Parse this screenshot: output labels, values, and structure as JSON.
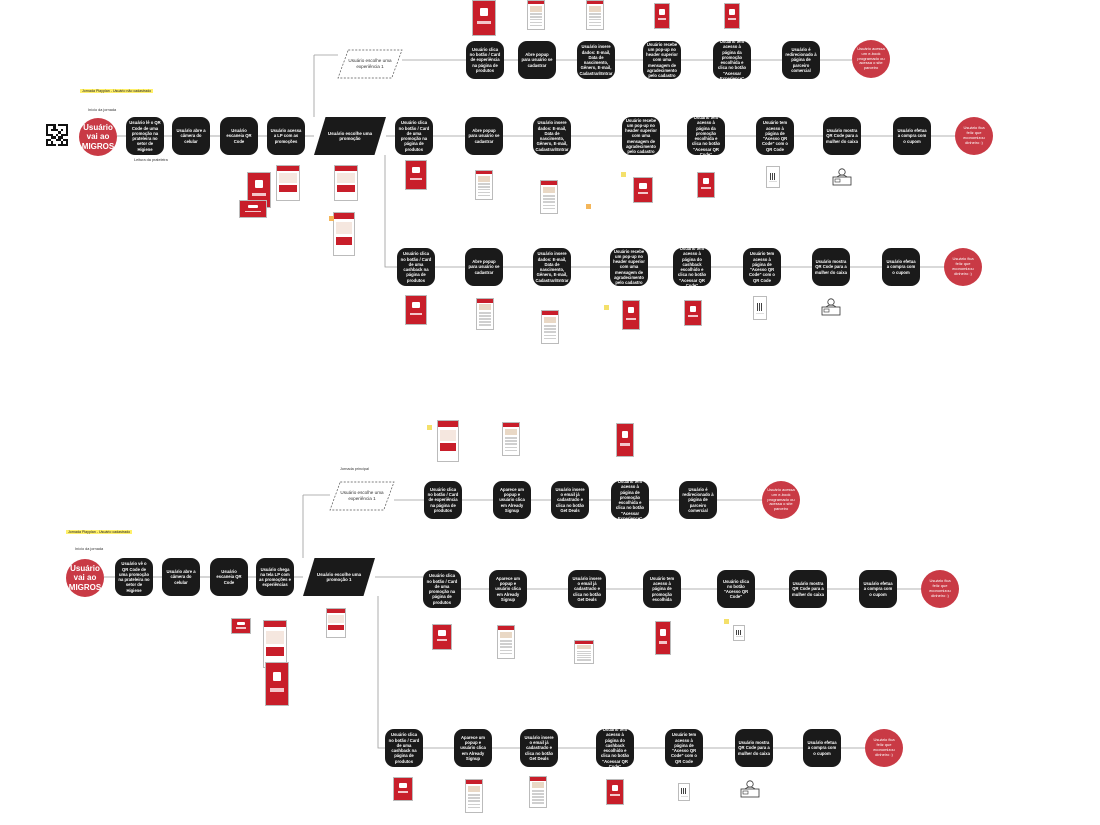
{
  "diagram": {
    "top": {
      "section_tag": "Jornada Playplan - Usuário não cadastrado",
      "start_label": "Início da jornada",
      "start_node": "Usuário vai ao MIGROS",
      "main_flow": [
        "Usuário lê o QR Code de uma promoção na prateleira no setor de Higiene",
        "Usuário abre a câmera do celular",
        "Usuário escaneia QR Code",
        "Usuário acessa a LP com as promoções"
      ],
      "scan_note": "Leitura da prateleira",
      "choice_node": "Usuário escolhe uma promoção",
      "experience_node": "Usuário escolhe uma experiência 1",
      "branch_experience": [
        "Usuário clica no botão / Card de experiência na página de produtos",
        "Abre popup para usuário se cadastrar",
        "Usuário insere dados: E-mail, Data de nascimento, Gênero, E-mail, Cadastrar/Entrar",
        "Usuário recebe um pop-up no header superior com uma mensagem de agradecimento pelo cadastro",
        "Usuário tem acesso à página da promoção escolhida e clica no botão \"Acessar Experience\"",
        "Usuário é redirecionado à página de parceiro comercial"
      ],
      "end_experience": "Usuário acessa um e-book programado ou acessa o site parceiro",
      "branch_promo": [
        "Usuário clica no botão / Card de uma promoção na página de produtos",
        "Abre popup para usuário se cadastrar",
        "Usuário insere dados: E-mail, Data de nascimento, Gênero, E-mail, Cadastrar/Entrar",
        "Usuário recebe um pop-up no header superior com uma mensagem de agradecimento pelo cadastro",
        "Usuário tem acesso à página da promoção escolhida e clica no botão \"Acessar QR Code\"",
        "Usuário tem acesso à página de \"Acesso QR Code\" com o QR Code",
        "Usuário mostra QR Code para a mulher do caixa",
        "Usuário efetua a compra com o cupom"
      ],
      "end_promo": "Usuário fica feliz que economizou dinheiro :)",
      "branch_cashback": [
        "Usuário clica no botão / Card de uma cashback na página de produtos",
        "Abre popup para usuário se cadastrar",
        "Usuário insere dados: E-mail, Data de nascimento, Gênero, E-mail, Cadastrar/Entrar",
        "Usuário recebe um pop-up no header superior com uma mensagem de agradecimento pelo cadastro",
        "Usuário tem acesso à página do cashback escolhido e clica no botão \"Acessar QR Code\"",
        "Usuário tem acesso à página de \"Acesso QR Code\" com o QR Code",
        "Usuário mostra QR Code para a mulher do caixa",
        "Usuário efetua a compra com o cupom"
      ],
      "end_cashback": "Usuário fica feliz que economizou dinheiro :)"
    },
    "bottom": {
      "section_tag": "Jornada Playplan - Usuário cadastrado",
      "main_tag": "Jornada principal",
      "start_label": "Início da jornada",
      "start_node": "Usuário vai ao MIGROS",
      "main_flow": [
        "Usuário vê o QR Code de uma promoção na prateleira no setor de Higiene",
        "Usuário abre a câmera do celular",
        "Usuário escaneia QR Code",
        "Usuário chega na tela LP com as promoções e experiências"
      ],
      "choice_node": "Usuário escolhe uma promoção 1",
      "experience_node": "Usuário escolhe uma experiência 1",
      "branch_experience": [
        "Usuário clica no botão / Card de experiência na página de produtos",
        "Aparece um popup e usuário clica em Already Signup",
        "Usuário insere o email já cadastrado e clica no botão Get Deals",
        "Usuário tem acesso à página de promoção escolhida e clica no botão \"Acessar Experience\"",
        "Usuário é redirecionado à página de parceiro comercial"
      ],
      "end_experience": "Usuário acessa um e-book programado ou acessa o site parceiro",
      "branch_promo": [
        "Usuário clica no botão / Card de uma promoção na página de produtos",
        "Aparece um popup e usuário clica em Already Signup",
        "Usuário insere o email já cadastrado e clica no botão Get Deals",
        "Usuário tem acesso à página de promoção escolhida",
        "Usuário clica no botão \"Acesso QR Code\"",
        "Usuário mostra QR Code para a mulher do caixa",
        "Usuário efetua a compra com o cupom"
      ],
      "end_promo": "Usuário fica feliz que economizou dinheiro :)",
      "branch_cashback": [
        "Usuário clica no botão / Card de uma cashback na página de produtos",
        "Aparece um popup e usuário clica em Already Signup",
        "Usuário insere o email já cadastrado e clica no botão Get Deals",
        "Usuário tem acesso à página do cashback escolhido e clica no botão \"Acessar QR Code\"",
        "Usuário tem acesso à página de \"Acesso QR Code\" com o QR Code",
        "Usuário mostra QR Code para a mulher do caixa",
        "Usuário efetua a compra com o cupom"
      ],
      "end_cashback": "Usuário fica feliz que economizou dinheiro :)"
    }
  },
  "colors": {
    "node": "#1a1a1a",
    "accent": "#c93a45",
    "screen_red": "#c81e2a",
    "line": "#9a9a9a",
    "tag": "#fff06a"
  }
}
